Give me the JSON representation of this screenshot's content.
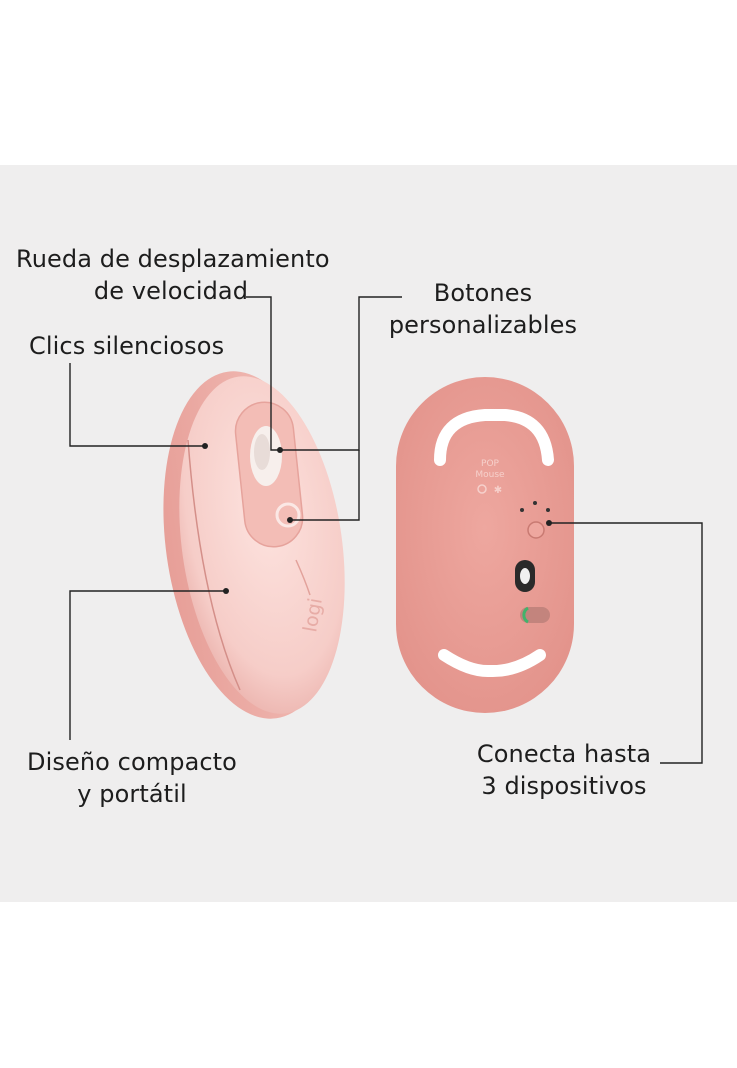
{
  "callouts": {
    "scroll_line1": "Rueda de desplazamiento",
    "scroll_line2": "de velocidad",
    "buttons_line1": "Botones",
    "buttons_line2": "personalizables",
    "clicks": "Clics silenciosos",
    "design_line1": "Diseño compacto",
    "design_line2": "y portátil",
    "connect_line1": "Conecta hasta",
    "connect_line2": "3 dispositivos"
  },
  "mouse_top": {
    "logo": "logi"
  },
  "mouse_bottom": {
    "model_line1": "POP",
    "model_line2": "Mouse"
  },
  "colors": {
    "background": "#efeeee",
    "mouse_top_body": "#f4c8c3",
    "mouse_bottom_body": "#eba199",
    "text": "#1d1d1d"
  }
}
